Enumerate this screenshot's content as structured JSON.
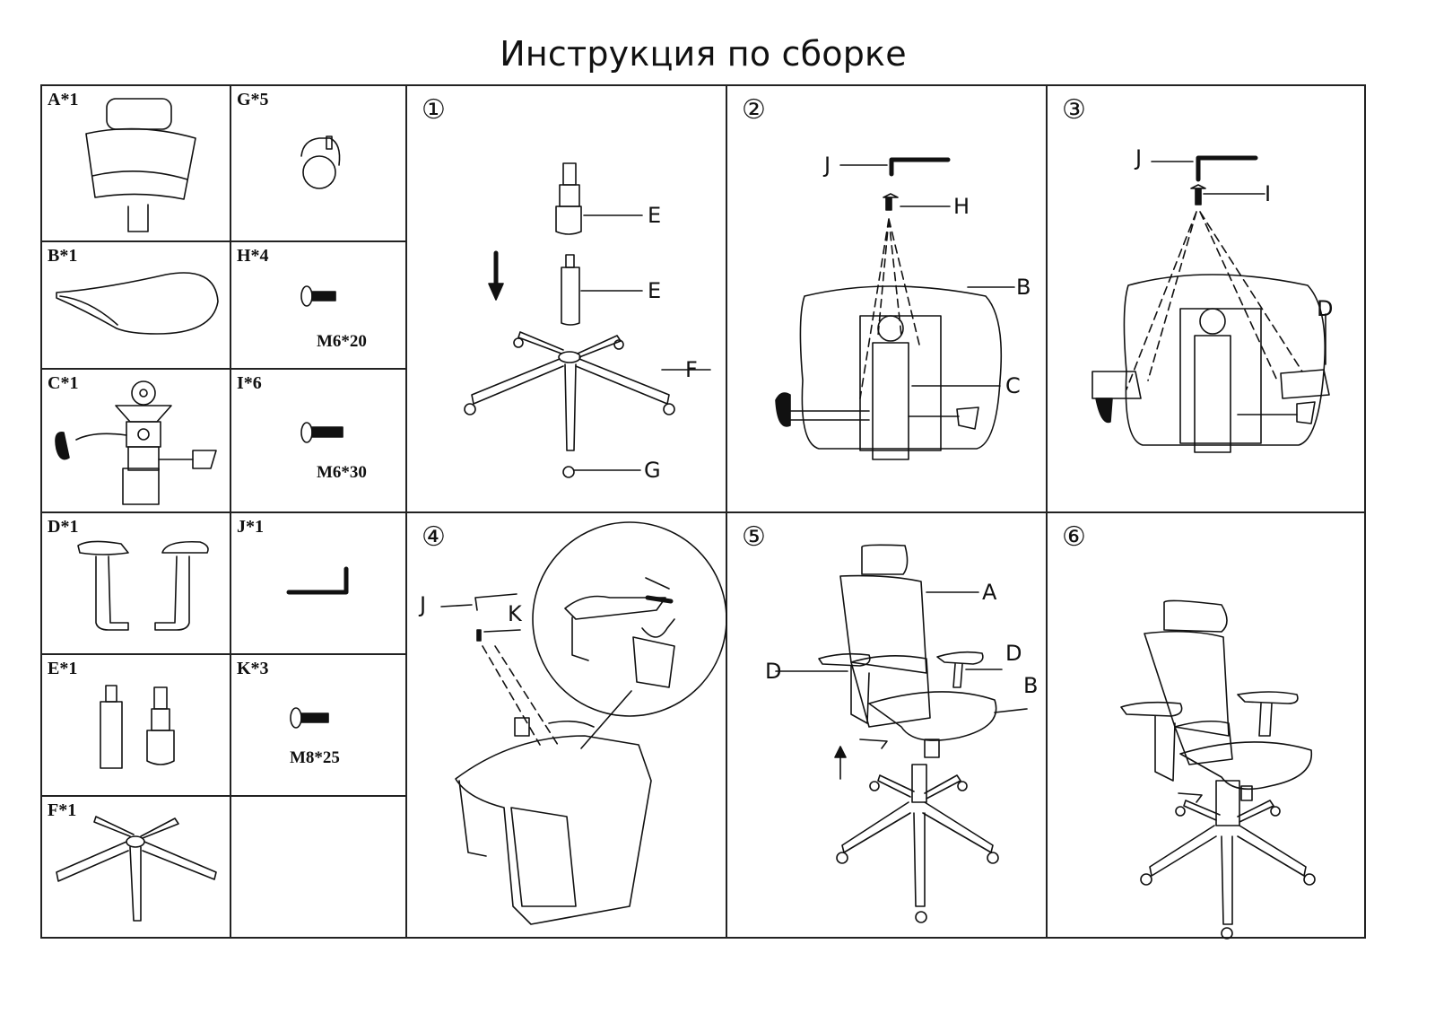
{
  "title": "Инструкция по сборке",
  "parts": [
    {
      "id": "A",
      "label": "A*1",
      "name": "backrest-with-headrest"
    },
    {
      "id": "G",
      "label": "G*5",
      "name": "caster"
    },
    {
      "id": "B",
      "label": "B*1",
      "name": "seat"
    },
    {
      "id": "H",
      "label": "H*4",
      "name": "screw",
      "spec": "M6*20"
    },
    {
      "id": "C",
      "label": "C*1",
      "name": "tilt-mechanism"
    },
    {
      "id": "I",
      "label": "I*6",
      "name": "screw",
      "spec": "M6*30"
    },
    {
      "id": "D",
      "label": "D*1",
      "name": "armrests"
    },
    {
      "id": "J",
      "label": "J*1",
      "name": "allen-key"
    },
    {
      "id": "E",
      "label": "E*1",
      "name": "gas-lift"
    },
    {
      "id": "K",
      "label": "K*3",
      "name": "screw",
      "spec": "M8*25"
    },
    {
      "id": "F",
      "label": "F*1",
      "name": "five-star-base"
    },
    {
      "id": "",
      "label": "",
      "name": "empty"
    }
  ],
  "steps": [
    {
      "number": "①",
      "callouts": [
        "E",
        "E",
        "F",
        "G"
      ]
    },
    {
      "number": "②",
      "callouts": [
        "J",
        "H",
        "B",
        "C"
      ]
    },
    {
      "number": "③",
      "callouts": [
        "J",
        "I",
        "D"
      ]
    },
    {
      "number": "④",
      "callouts": [
        "J",
        "K"
      ]
    },
    {
      "number": "⑤",
      "callouts": [
        "A",
        "D",
        "D",
        "B"
      ]
    },
    {
      "number": "⑥",
      "callouts": []
    }
  ]
}
